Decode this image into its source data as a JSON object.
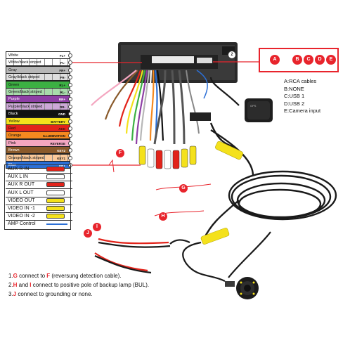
{
  "wire_legend": [
    {
      "label": "White",
      "func": "FL+",
      "color": "#ffffff",
      "stripe": null
    },
    {
      "label": "White/black striped",
      "func": "FL-",
      "color": "#ffffff",
      "stripe": "#000000"
    },
    {
      "label": "Gray",
      "func": "FR+",
      "color": "#b7b7b7",
      "stripe": null
    },
    {
      "label": "Gray/black striped",
      "func": "FR-",
      "color": "#b7b7b7",
      "stripe": "#000000"
    },
    {
      "label": "Green",
      "func": "RL+",
      "color": "#3cb043",
      "stripe": null
    },
    {
      "label": "Green/black striped",
      "func": "RL-",
      "color": "#3cb043",
      "stripe": "#000000"
    },
    {
      "label": "Purple",
      "func": "RR+",
      "color": "#8e3fa5",
      "stripe": null
    },
    {
      "label": "Purple/black striped",
      "func": "RR-",
      "color": "#8e3fa5",
      "stripe": "#000000"
    },
    {
      "label": "Black",
      "func": "GND",
      "color": "#111111",
      "stripe": null
    },
    {
      "label": "Yellow",
      "func": "BATTERY",
      "color": "#f4e11c",
      "stripe": null
    },
    {
      "label": "Red",
      "func": "ACC",
      "color": "#e2231a",
      "stripe": null
    },
    {
      "label": "Orange",
      "func": "ILLUMINATION",
      "color": "#f5891f",
      "stripe": null
    },
    {
      "label": "Pink",
      "func": "REVERSE",
      "color": "#f4a6c0",
      "stripe": null
    },
    {
      "label": "Brown",
      "func": "KEY2",
      "color": "#8a5a2b",
      "stripe": null
    },
    {
      "label": "Orange/black striped",
      "func": "KEY1",
      "color": "#f5891f",
      "stripe": "#000000"
    },
    {
      "label": "Blue",
      "func": "ANT",
      "color": "#2b6fd6",
      "stripe": null
    }
  ],
  "rca_legend": [
    {
      "label": "AUX R IN",
      "color": "#e2231a"
    },
    {
      "label": "AUX L IN",
      "color": "#ffffff"
    },
    {
      "label": "AUX R OUT",
      "color": "#e2231a"
    },
    {
      "label": "AUX L OUT",
      "color": "#ffffff"
    },
    {
      "label": "VIDEO OUT",
      "color": "#f4e11c"
    },
    {
      "label": "VIDEO IN -1",
      "color": "#f4e11c"
    },
    {
      "label": "VIDEO IN -2",
      "color": "#f4e11c"
    },
    {
      "label": "AMP Control",
      "color": "#2b6fd6"
    }
  ],
  "port_box": {
    "ports": [
      "A",
      "B",
      "C",
      "D",
      "E"
    ]
  },
  "port_legend": [
    {
      "key": "A:",
      "text": "RCA cables"
    },
    {
      "key": "B:",
      "text": "NONE"
    },
    {
      "key": "C:",
      "text": "USB 1"
    },
    {
      "key": "D:",
      "text": "USB 2"
    },
    {
      "key": "E:",
      "text": "Camera input"
    }
  ],
  "callouts": {
    "f": "F",
    "g": "G",
    "h": "H",
    "i": "I",
    "j": "J",
    "top": "2"
  },
  "notes": [
    {
      "num": "1.",
      "a": "G",
      "mid1": " connect to ",
      "b": "F",
      "rest": " (reversung detection cable)."
    },
    {
      "num": "2.",
      "a": "H",
      "mid1": " and ",
      "b": "I",
      "rest": " connect to positive pole of backup lamp (BUL)."
    },
    {
      "num": "3.",
      "a": "J",
      "mid1": " connect to grounding or none.",
      "b": "",
      "rest": ""
    }
  ],
  "colors": {
    "accent_red": "#e8242c",
    "cable_black": "#1a1a1a",
    "rca_yellow": "#f4e11c"
  }
}
